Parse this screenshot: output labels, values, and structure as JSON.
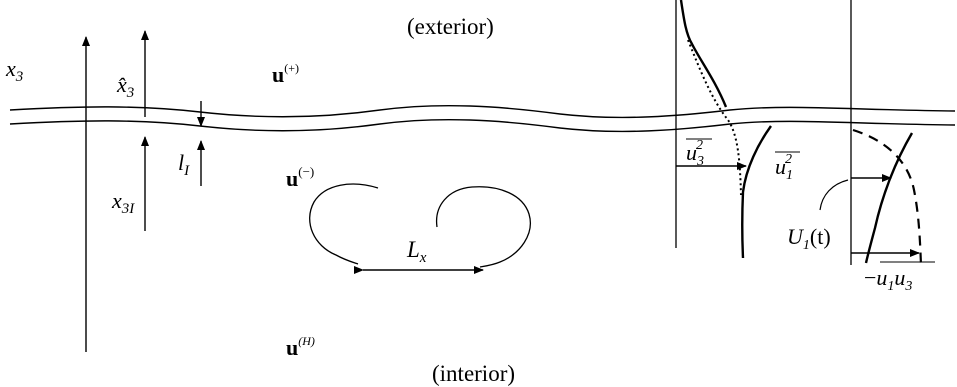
{
  "labels": {
    "exterior": "(exterior)",
    "interior": "(interior)",
    "x3_main": "x",
    "x3_main_sub": "3",
    "x3hat": "x̂",
    "x3hat_sub": "3",
    "x3I": "x",
    "x3I_sub": "3I",
    "lI": "l",
    "lI_sub": "I",
    "u_plus": "u",
    "u_plus_sup": "(+)",
    "u_minus": "u",
    "u_minus_sup": "(−)",
    "u_H": "u",
    "u_H_sup": "(H)",
    "Lx": "L",
    "Lx_sub": "x",
    "u3sq": "u",
    "u3sq_sub": "3",
    "u3sq_sup": "2",
    "u1sq": "u",
    "u1sq_sub": "1",
    "u1sq_sup": "2",
    "U1": "U",
    "U1_sub": "1",
    "U1_arg": "(t)",
    "stress_minus": "−",
    "stress_u1": "u",
    "stress_u1_sub": "1",
    "stress_u3": "u",
    "stress_u3_sub": "3"
  },
  "colors": {
    "ink": "#000000",
    "background": "#ffffff"
  }
}
